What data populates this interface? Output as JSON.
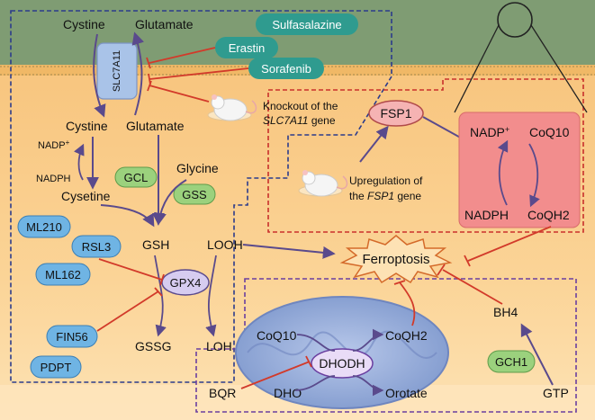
{
  "membrane": {
    "transporter_label": "SLC7A11",
    "top_cystine": "Cystine",
    "top_glutamate": "Glutamate",
    "mid_cystine": "Cystine",
    "mid_glutamate": "Glutamate"
  },
  "inhibitors": {
    "sulfasalazine": "Sulfasalazine",
    "erastin": "Erastin",
    "sorafenib": "Sorafenib"
  },
  "knockout": {
    "line1": "Knockout of the",
    "gene": "SLC7A11",
    "suffix": " gene"
  },
  "gsh_pathway": {
    "nadp": "NADP",
    "nadp_sup": "+",
    "nadph": "NADPH",
    "cysteine": "Cysetine",
    "gcl": "GCL",
    "glycine": "Glycine",
    "gss": "GSS",
    "gsh": "GSH",
    "looh": "LOOH",
    "gpx4": "GPX4",
    "gssg": "GSSG",
    "loh": "LOH"
  },
  "gpx4_inhibitors": {
    "ml210": "ML210",
    "rsl3": "RSL3",
    "ml162": "ML162",
    "fin56": "FIN56",
    "pdpt": "PDPT"
  },
  "fsp1_pathway": {
    "fsp1": "FSP1",
    "upregulation_line1": "Upregulation of",
    "upregulation_gene": "FSP1",
    "upregulation_suffix": " gene",
    "nadp": "NADP",
    "nadp_sup": "+",
    "coq10": "CoQ10",
    "nadph": "NADPH",
    "coqh2": "CoQH2"
  },
  "ferroptosis": "Ferroptosis",
  "dhodh_pathway": {
    "dhodh": "DHODH",
    "coq10": "CoQ10",
    "coqh2": "CoQH2",
    "dho": "DHO",
    "orotate": "Orotate",
    "bqr": "BQR"
  },
  "bh4_pathway": {
    "bh4": "BH4",
    "gch1": "GCH1",
    "gtp": "GTP"
  },
  "colors": {
    "extracellular": "#7f9c73",
    "membrane": "#f4c27a",
    "cytoplasm": "#fbd190",
    "teal_pill": "#2f9b8f",
    "blue_pill": "#6fb4e4",
    "green_pill": "#9bd17d",
    "fsp1_box": "#f28d8d",
    "mito": "#93a9d6",
    "inhibit": "#d23a2a",
    "arrow": "#5a4a8c"
  }
}
